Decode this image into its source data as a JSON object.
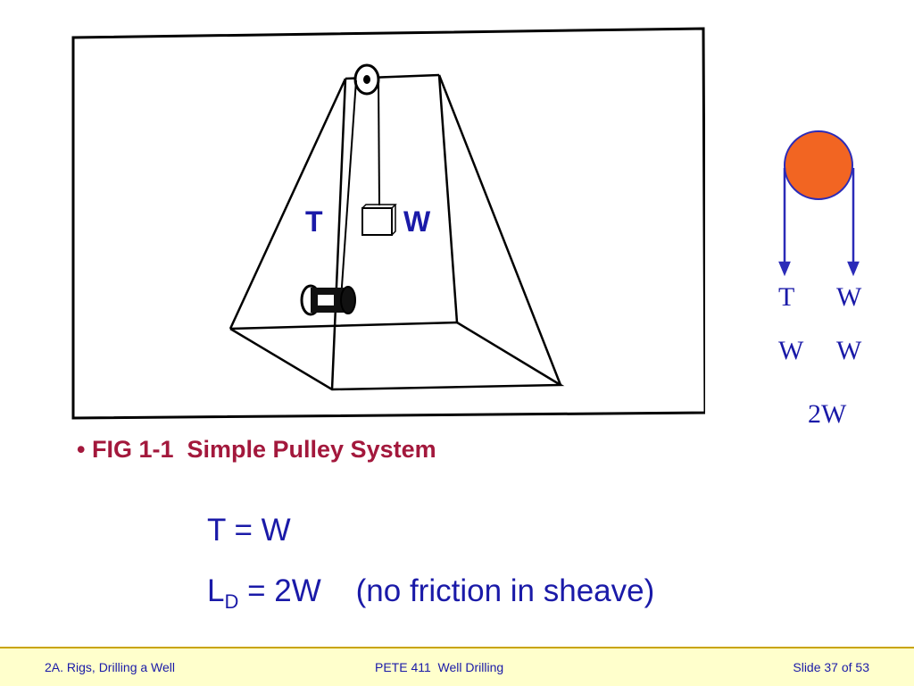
{
  "figure": {
    "label_t": "T",
    "label_w": "W"
  },
  "pulley_diagram": {
    "sheave_color": "#f26522",
    "rope_color": "#2b2bb8",
    "left_top": "T",
    "right_top": "W",
    "left_bottom": "W",
    "right_bottom": "W",
    "total": "2W"
  },
  "caption": {
    "bullet": "•",
    "text": "FIG 1-1  Simple Pulley System"
  },
  "equations": {
    "line1": "T = W",
    "line2_main": "L",
    "line2_sub": "D",
    "line2_rest": " = 2W    (no friction in sheave)"
  },
  "footer": {
    "left": "2A. Rigs, Drilling a Well",
    "center": "PETE 411  Well Drilling",
    "right": "Slide 37 of 53"
  },
  "colors": {
    "title_red": "#a3183c",
    "text_blue": "#1a1aa8",
    "footer_bg": "#ffffcc"
  }
}
